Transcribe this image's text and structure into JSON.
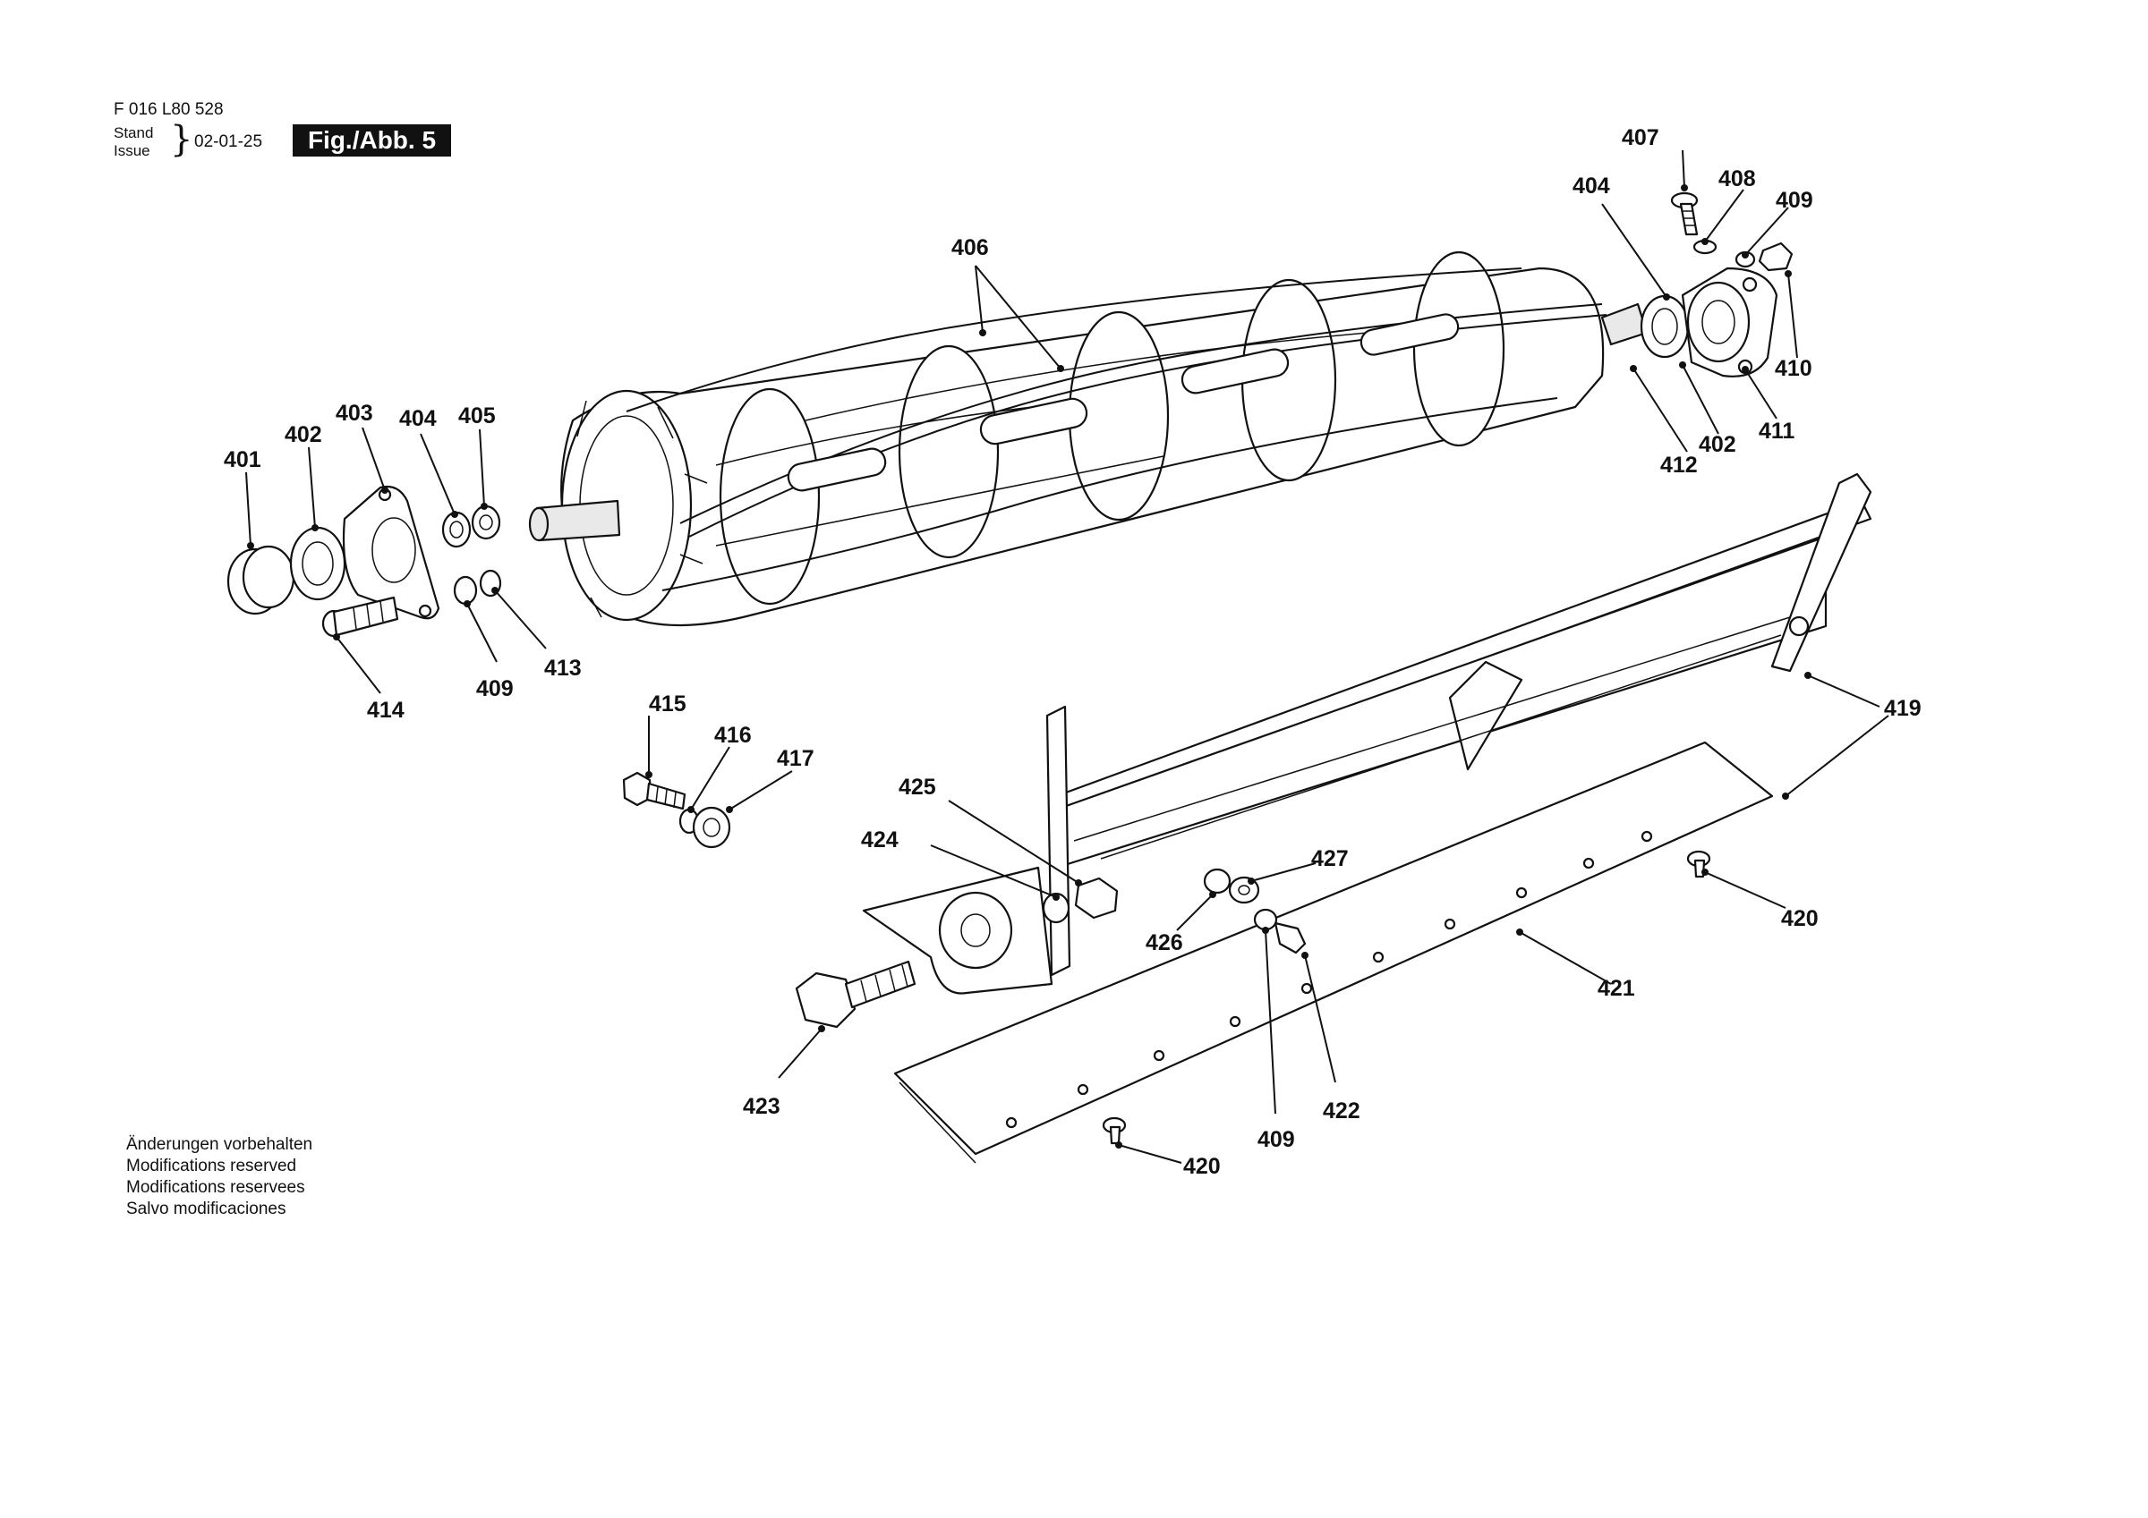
{
  "header": {
    "doc_number": "F 016 L80 528",
    "stand_label": "Stand",
    "issue_label": "Issue",
    "date": "02-01-25",
    "fig_label": "Fig./Abb. 5"
  },
  "notes": [
    "Änderungen vorbehalten",
    "Modifications reserved",
    "Modifications reservees",
    "Salvo modificaciones"
  ],
  "callouts": {
    "c401": "401",
    "c402a": "402",
    "c403": "403",
    "c404a": "404",
    "c405": "405",
    "c406": "406",
    "c407": "407",
    "c404b": "404",
    "c408": "408",
    "c409a": "409",
    "c410": "410",
    "c411": "411",
    "c402b": "402",
    "c412": "412",
    "c409b": "409",
    "c413": "413",
    "c414": "414",
    "c415": "415",
    "c416": "416",
    "c417": "417",
    "c419": "419",
    "c420a": "420",
    "c425": "425",
    "c424": "424",
    "c427": "427",
    "c426": "426",
    "c421": "421",
    "c423": "423",
    "c409c": "409",
    "c422": "422",
    "c420b": "420"
  }
}
